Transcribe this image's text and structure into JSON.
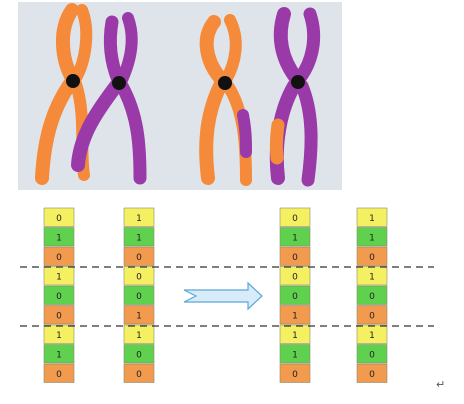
{
  "colors": {
    "panel_bg": "#dfe4ea",
    "orange": "#f48a3a",
    "purple": "#9a3aa8",
    "centromere": "#111111",
    "yellow_cell": "#f5f061",
    "green_cell": "#5fd14f",
    "orange_cell": "#f29a4e",
    "arrow_fill": "#d7ecf8",
    "arrow_stroke": "#5aa8d8"
  },
  "chromosome_panel": {
    "pairs": [
      {
        "name": "before-crossover",
        "chromatids": [
          "orange",
          "purple"
        ]
      },
      {
        "name": "after-crossover",
        "chromatids": [
          "orange-with-purple-segment",
          "purple-with-orange-segment"
        ]
      }
    ]
  },
  "gene_strings": [
    {
      "name": "parent-1",
      "values": [
        "0",
        "1",
        "0",
        "1",
        "0",
        "0",
        "1",
        "1",
        "0"
      ]
    },
    {
      "name": "parent-2",
      "values": [
        "1",
        "1",
        "0",
        "0",
        "0",
        "1",
        "1",
        "0",
        "0"
      ]
    },
    {
      "name": "child-1",
      "values": [
        "0",
        "1",
        "0",
        "0",
        "0",
        "1",
        "1",
        "1",
        "0"
      ]
    },
    {
      "name": "child-2",
      "values": [
        "1",
        "1",
        "0",
        "1",
        "0",
        "0",
        "1",
        "0",
        "0"
      ]
    }
  ],
  "cell_colors": [
    "yellow",
    "green",
    "orange",
    "yellow",
    "green",
    "orange",
    "yellow",
    "green",
    "orange"
  ],
  "crossover_points": {
    "after_row": [
      3,
      6
    ]
  },
  "return_mark": "↵"
}
